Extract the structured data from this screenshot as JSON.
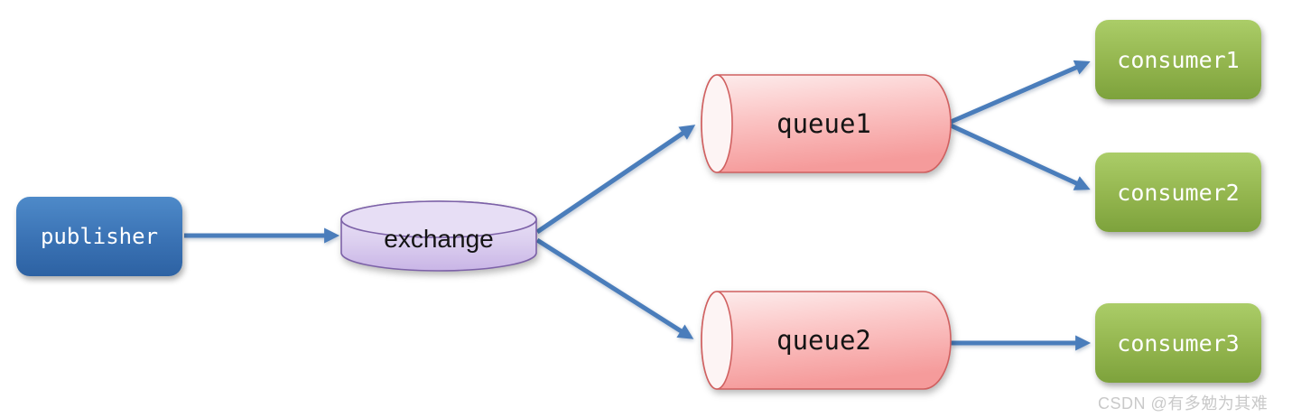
{
  "diagram": {
    "type": "message-flow-diagram",
    "nodes": {
      "publisher": {
        "label": "publisher",
        "shape": "rounded-rect",
        "fill_top": "#4e8ac9",
        "fill_bottom": "#2d62a3"
      },
      "exchange": {
        "label": "exchange",
        "shape": "cylinder-vertical",
        "fill_light": "#eee7f8",
        "fill_dark": "#c9b5e6",
        "border": "#7d62a8"
      },
      "queue1": {
        "label": "queue1",
        "shape": "cylinder-horizontal",
        "fill_light": "#fdeded",
        "fill_dark": "#f59b9b",
        "border": "#d06060"
      },
      "queue2": {
        "label": "queue2",
        "shape": "cylinder-horizontal",
        "fill_light": "#fdeded",
        "fill_dark": "#f59b9b",
        "border": "#d06060"
      },
      "consumer1": {
        "label": "consumer1",
        "shape": "rounded-rect",
        "fill_top": "#abcd68",
        "fill_bottom": "#7da23c"
      },
      "consumer2": {
        "label": "consumer2",
        "shape": "rounded-rect",
        "fill_top": "#abcd68",
        "fill_bottom": "#7da23c"
      },
      "consumer3": {
        "label": "consumer3",
        "shape": "rounded-rect",
        "fill_top": "#abcd68",
        "fill_bottom": "#7da23c"
      }
    },
    "edges": [
      {
        "from": "publisher",
        "to": "exchange"
      },
      {
        "from": "exchange",
        "to": "queue1"
      },
      {
        "from": "exchange",
        "to": "queue2"
      },
      {
        "from": "queue1",
        "to": "consumer1"
      },
      {
        "from": "queue1",
        "to": "consumer2"
      },
      {
        "from": "queue2",
        "to": "consumer3"
      }
    ],
    "colors": {
      "arrow_blue": "#4a7dbb",
      "node_text_light": "#ffffff",
      "node_text_dark": "#141414",
      "watermark_gray": "#c9c9c9",
      "background": "#ffffff"
    },
    "watermark": "CSDN @有多勉为其难"
  }
}
